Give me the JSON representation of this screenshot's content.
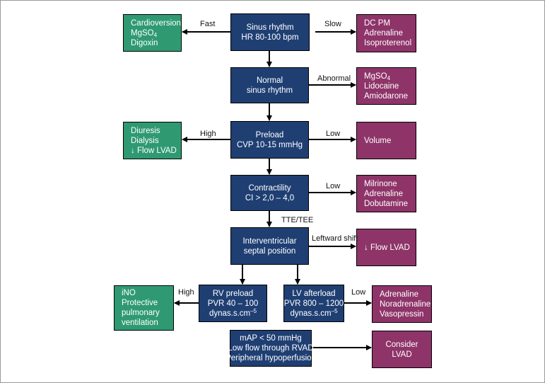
{
  "nodes": {
    "sinus": [
      "Sinus rhythm",
      "HR 80-100 bpm"
    ],
    "fast_tx": [
      "Cardioversion",
      "MgSO",
      "4",
      "Digoxin"
    ],
    "slow_tx": [
      "DC PM",
      "Adrenaline",
      "Isoproterenol"
    ],
    "normal": [
      "Normal",
      "sinus rhythm"
    ],
    "abnormal_tx": [
      "MgSO",
      "4",
      "Lidocaine",
      "Amiodarone"
    ],
    "preload": [
      "Preload",
      "CVP 10-15 mmHg"
    ],
    "high_preload_tx": [
      "Diuresis",
      "Dialysis",
      "↓ Flow LVAD"
    ],
    "low_preload_tx": [
      "Volume"
    ],
    "contractility": [
      "Contractility",
      "CI > 2,0 – 4,0"
    ],
    "low_contr_tx": [
      "Milrinone",
      "Adrenaline",
      "Dobutamine"
    ],
    "septal": [
      "Interventricular",
      "septal position"
    ],
    "leftward_tx": [
      "↓ Flow LVAD"
    ],
    "rv": [
      "RV preload",
      "PVR 40 – 100",
      "dynas.s.cm",
      "–5"
    ],
    "rv_tx": [
      "iNO",
      "Protective",
      "pulmonary",
      "ventilation"
    ],
    "lv": [
      "LV afterload",
      "PVR 800 – 1200",
      "dynas.s.cm",
      "–5"
    ],
    "lv_tx": [
      "Adrenaline",
      "Noradrenaline",
      "Vasopressin"
    ],
    "map": [
      "mAP < 50 mmHg",
      "Low flow through RVAD",
      "Peripheral hypoperfusion"
    ],
    "consider": [
      "Consider",
      "LVAD"
    ]
  },
  "labels": {
    "fast": "Fast",
    "slow": "Slow",
    "abnormal": "Abnormal",
    "high1": "High",
    "low1": "Low",
    "low2": "Low",
    "tte": "TTE/TEE",
    "leftward": "Leftward shift",
    "high2": "High",
    "low3": "Low"
  },
  "colors": {
    "navy": "#1f3f73",
    "green": "#2f9a72",
    "purple": "#8e3469",
    "arrow": "#000000"
  }
}
